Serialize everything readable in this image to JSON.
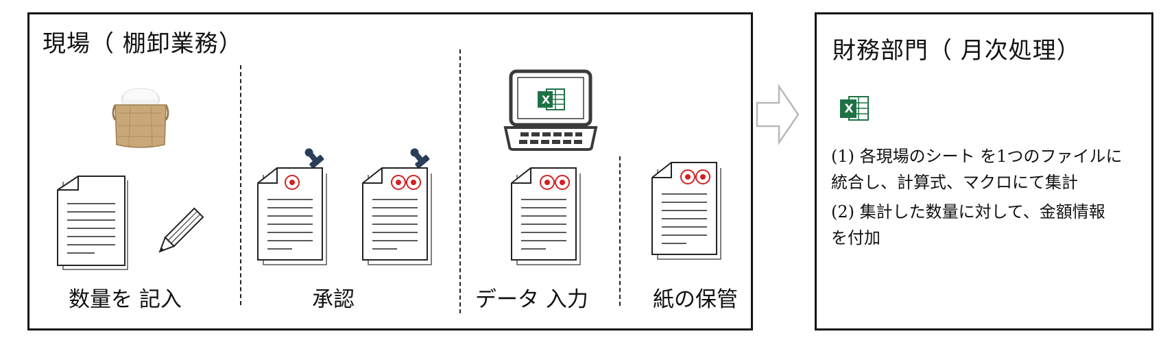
{
  "field_section": {
    "title": "現場（ 棚卸業務）",
    "steps": {
      "enter_quantity": "数量を 記入",
      "approval": "承認",
      "data_entry": "データ 入力",
      "paper_storage": "紙の保管"
    }
  },
  "finance_section": {
    "title": "財務部門（ 月次処理）",
    "notes": [
      "(1) 各現場のシート を1つのファイルに",
      "統合し、計算式、マクロにて集計",
      "(2) 集計した数量に対して、金額情報",
      "を付加"
    ]
  },
  "icons": {
    "excel_badge_letter": "X"
  },
  "colors": {
    "outline": "#111111",
    "stamp_red": "#d42020",
    "excel_green": "#1e7145",
    "stamp_navy": "#2b3e58",
    "arrow_gray": "#b8b8b8",
    "bag_tan": "#c8a778"
  }
}
